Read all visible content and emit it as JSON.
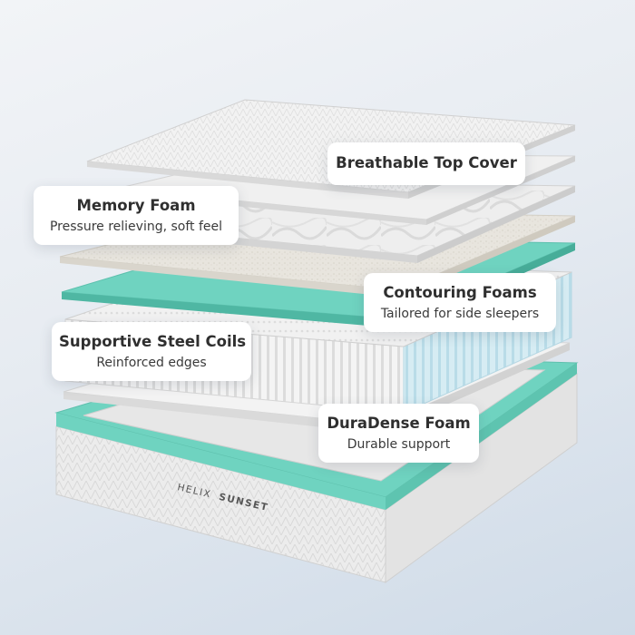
{
  "image": {
    "subject": "Layered mattress cutaway",
    "brand_label": {
      "prefix": "HELIX",
      "name": "SUNSET"
    }
  },
  "callouts": {
    "top_cover": {
      "title": "Breathable Top Cover"
    },
    "memory_foam": {
      "title": "Memory Foam",
      "subtitle": "Pressure relieving, soft feel"
    },
    "contouring_foams": {
      "title": "Contouring Foams",
      "subtitle": "Tailored for side sleepers"
    },
    "steel_coils": {
      "title": "Supportive Steel Coils",
      "subtitle": "Reinforced edges"
    },
    "duradense": {
      "title": "DuraDense Foam",
      "subtitle": "Durable support"
    }
  },
  "colors": {
    "accent_teal": "#6fd3c0",
    "foam_white": "#f3f3f3",
    "foam_beige": "#e9e6df",
    "text_dark": "#2f2f2f"
  }
}
